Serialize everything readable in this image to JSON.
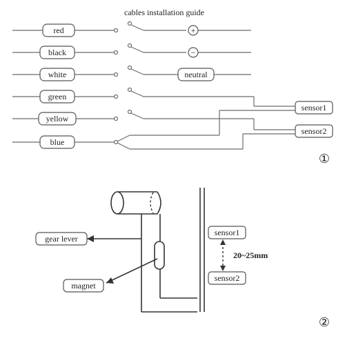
{
  "title": "cables installation guide",
  "wire_labels": [
    "red",
    "black",
    "white",
    "green",
    "yellow",
    "blue"
  ],
  "terminals": {
    "positive": "+",
    "negative": "−",
    "neutral": "neutral",
    "sensor1": "sensor1",
    "sensor2": "sensor2"
  },
  "figure_numbers": [
    "①",
    "②"
  ],
  "diagram2": {
    "gear_lever": "gear lever",
    "magnet": "magnet",
    "sensor1": "sensor1",
    "sensor2": "sensor2",
    "distance": "20~25mm"
  },
  "colors": {
    "wire": "#6b6b6b",
    "ink": "#222222"
  }
}
